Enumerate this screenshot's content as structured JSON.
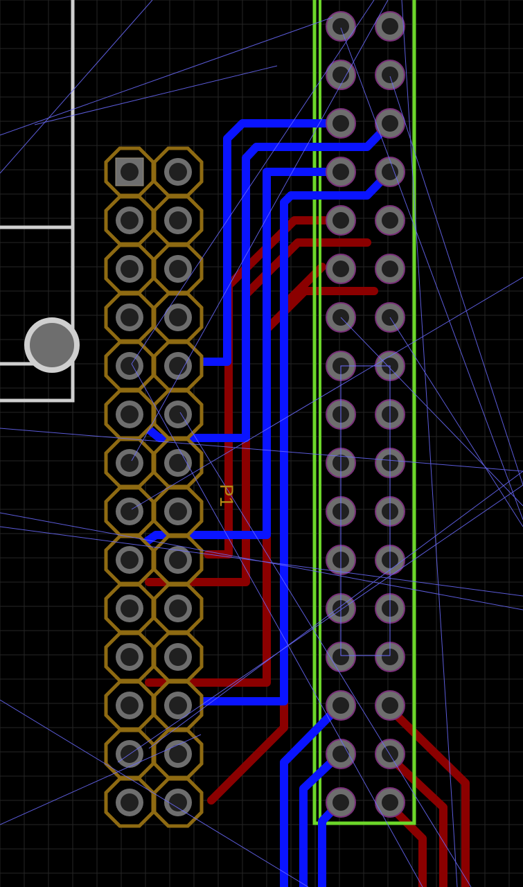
{
  "app": {
    "view": "pcb-layout-editor"
  },
  "colors": {
    "background": "#000000",
    "grid": "#2a2a2a",
    "ratsnest": "#6c6cff",
    "top_copper": "#0a14ff",
    "bottom_copper": "#8b0000",
    "silkscreen_white": "#cfcfcf",
    "silkscreen_green": "#6cd62a",
    "pad_outline_gold": "#8e6a12",
    "pad_fill": "#6e6e6e",
    "drill": "#202020",
    "via_ring": "#7a2f7a",
    "ref_text": "#b58a16"
  },
  "components": [
    {
      "reference": "P1",
      "type": "2x14 pin header",
      "rows": 14,
      "cols": 2
    }
  ],
  "second_connector": {
    "type": "2x17 pin header",
    "rows": 17,
    "cols": 2
  }
}
